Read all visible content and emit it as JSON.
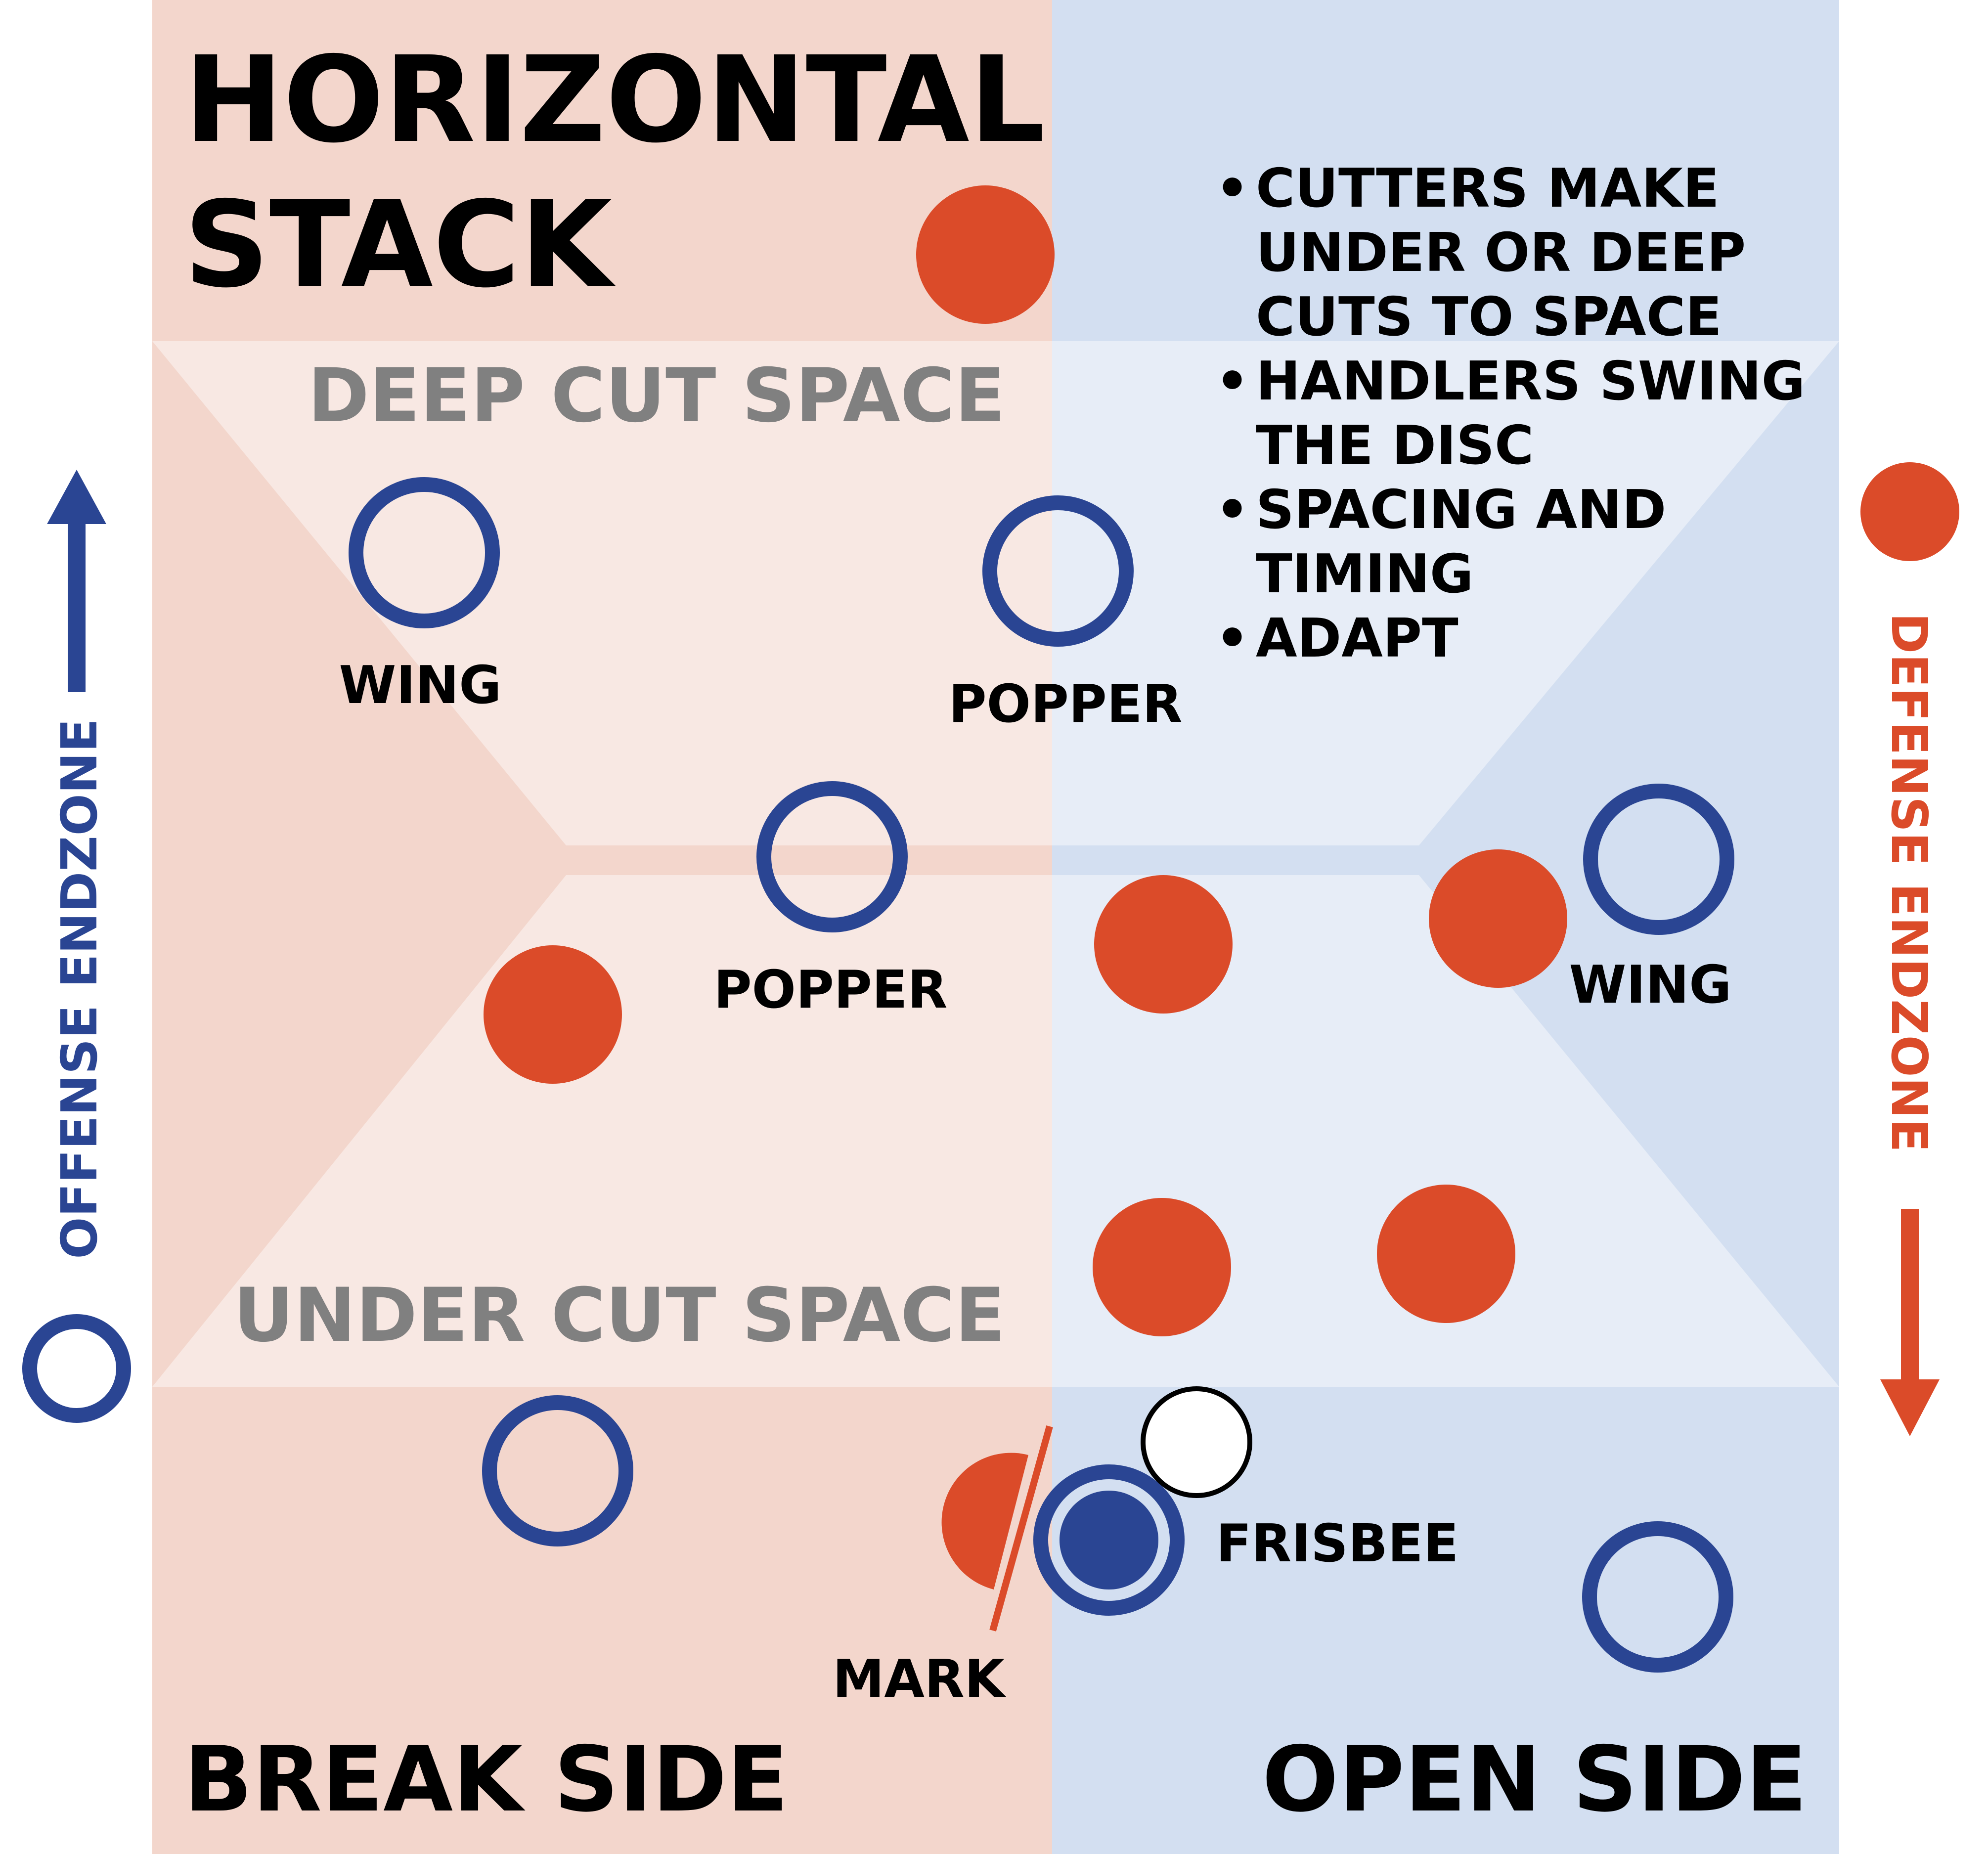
{
  "title_line1": "HORIZONTAL",
  "title_line2": "STACK",
  "zones": {
    "deep": "DEEP CUT SPACE",
    "under": "UNDER CUT SPACE"
  },
  "sides": {
    "break": "BREAK SIDE",
    "open": "OPEN SIDE"
  },
  "endzones": {
    "offense": "OFFENSE ENDZONE",
    "defense": "DEFENSE ENDZONE"
  },
  "tips": [
    "CUTTERS MAKE",
    "UNDER OR DEEP",
    "CUTS TO SPACE",
    "HANDLERS SWING",
    "THE DISC",
    "SPACING AND",
    "TIMING",
    "ADAPT"
  ],
  "bullet": "•",
  "labels": {
    "wing_left": "WING",
    "popper_top": "POPPER",
    "popper_mid": "POPPER",
    "wing_right": "WING",
    "frisbee": "FRISBEE",
    "mark": "MARK"
  },
  "colors": {
    "break_side": "#f3d6cc",
    "open_side": "#d3dff1",
    "offense": "#2a4593",
    "defense": "#db4b29",
    "zone_label": "#808080",
    "text": "#000000"
  }
}
